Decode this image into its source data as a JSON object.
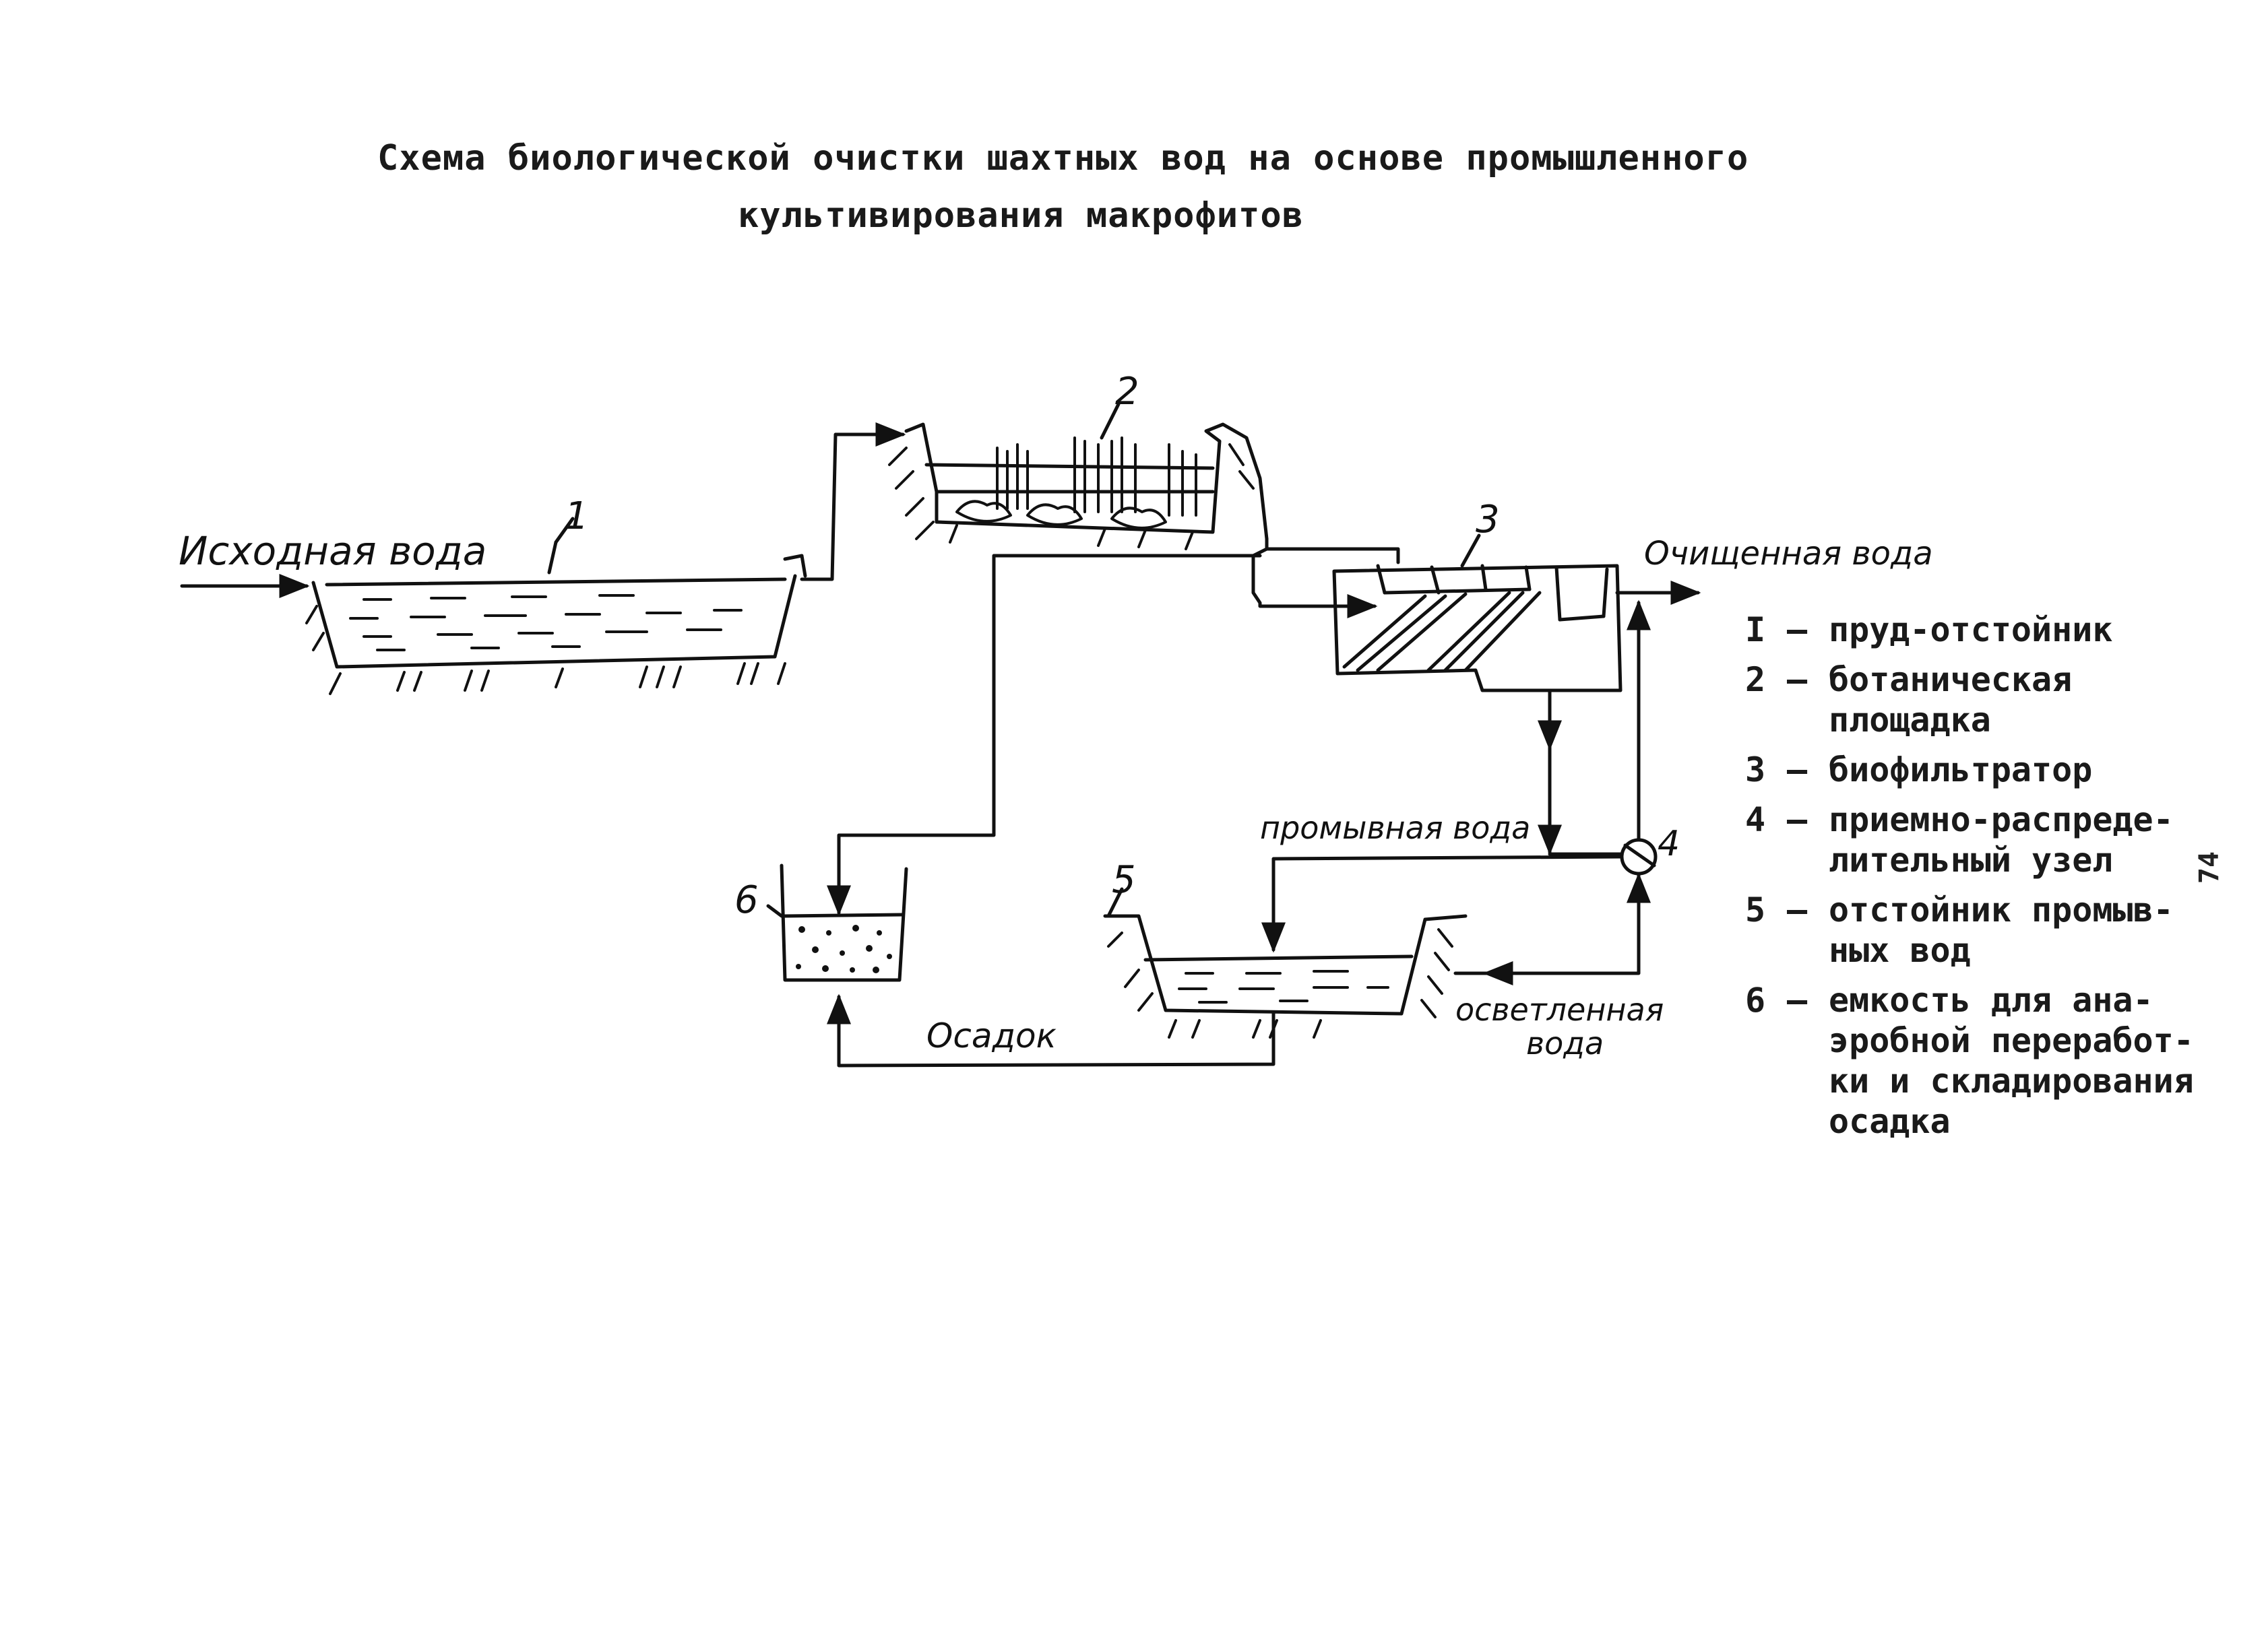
{
  "title": {
    "line1": "Схема биологической очистки шахтных вод на основе промышленного",
    "line2": "культивирования макрофитов"
  },
  "labels": {
    "source_water": "Исходная вода",
    "treated_water": "Очищенная вода",
    "wash_water": "промывная вода",
    "clarified_water_1": "осветленная",
    "clarified_water_2": "вода",
    "sludge": "Осадок",
    "n1": "1",
    "n2": "2",
    "n3": "3",
    "n4": "4",
    "n5": "5",
    "n6": "6"
  },
  "legend": [
    {
      "num": "I",
      "text": "пруд-отстойник"
    },
    {
      "num": "2",
      "text": "ботаническая\nплощадка"
    },
    {
      "num": "3",
      "text": "биофильтратор"
    },
    {
      "num": "4",
      "text": "приемно-распреде-\nлительный узел"
    },
    {
      "num": "5",
      "text": "отстойник промыв-\nных вод"
    },
    {
      "num": "6",
      "text": "емкость для ана-\nэробной переработ-\nки и складирования\nосадка"
    }
  ],
  "page_mark": "74"
}
